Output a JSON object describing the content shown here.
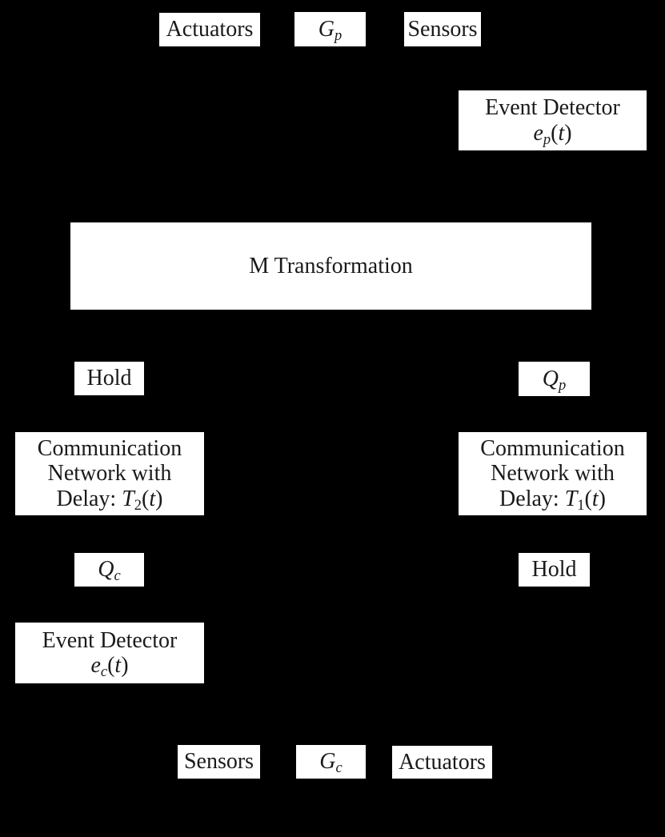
{
  "canvas": {
    "background_color": "#000000",
    "box_fill_color": "#ffffff",
    "text_color": "#1a1a1a"
  },
  "boxes": {
    "actuators_top": {
      "label": "Actuators"
    },
    "gp": {
      "base": "G",
      "sub": "p"
    },
    "sensors_top": {
      "label": "Sensors"
    },
    "event_detector_plant": {
      "title": "Event Detector",
      "signal": {
        "base": "e",
        "sub": "p",
        "open": "(",
        "var": "t",
        "close": ")"
      }
    },
    "m_transformation": {
      "label": "M Transformation"
    },
    "hold_left": {
      "label": "Hold"
    },
    "qp": {
      "base": "Q",
      "sub": "p"
    },
    "comm_left": {
      "line1": "Communication",
      "line2": "Network with",
      "delay_prefix": "Delay: ",
      "delay": {
        "base": "T",
        "sub": "2",
        "open": "(",
        "var": "t",
        "close": ")"
      }
    },
    "comm_right": {
      "line1": "Communication",
      "line2": "Network with",
      "delay_prefix": "Delay: ",
      "delay": {
        "base": "T",
        "sub": "1",
        "open": "(",
        "var": "t",
        "close": ")"
      }
    },
    "qc": {
      "base": "Q",
      "sub": "c"
    },
    "hold_right": {
      "label": "Hold"
    },
    "event_detector_controller": {
      "title": "Event Detector",
      "signal": {
        "base": "e",
        "sub": "c",
        "open": "(",
        "var": "t",
        "close": ")"
      }
    },
    "sensors_bottom": {
      "label": "Sensors"
    },
    "gc": {
      "base": "G",
      "sub": "c"
    },
    "actuators_bottom": {
      "label": "Actuators"
    }
  }
}
